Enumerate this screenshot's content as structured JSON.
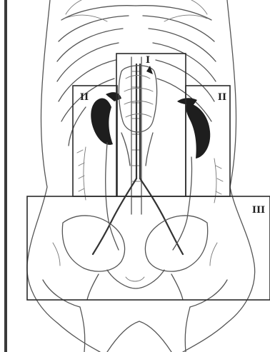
{
  "figure": {
    "zones": [
      {
        "id": "zone-1",
        "label": "I"
      },
      {
        "id": "zone-2-left",
        "label": "II"
      },
      {
        "id": "zone-2-right",
        "label": "II"
      },
      {
        "id": "zone-3",
        "label": "III"
      }
    ],
    "colors": {
      "line": "#333333",
      "organ": "#1e1e1e",
      "background": "#ffffff"
    }
  }
}
